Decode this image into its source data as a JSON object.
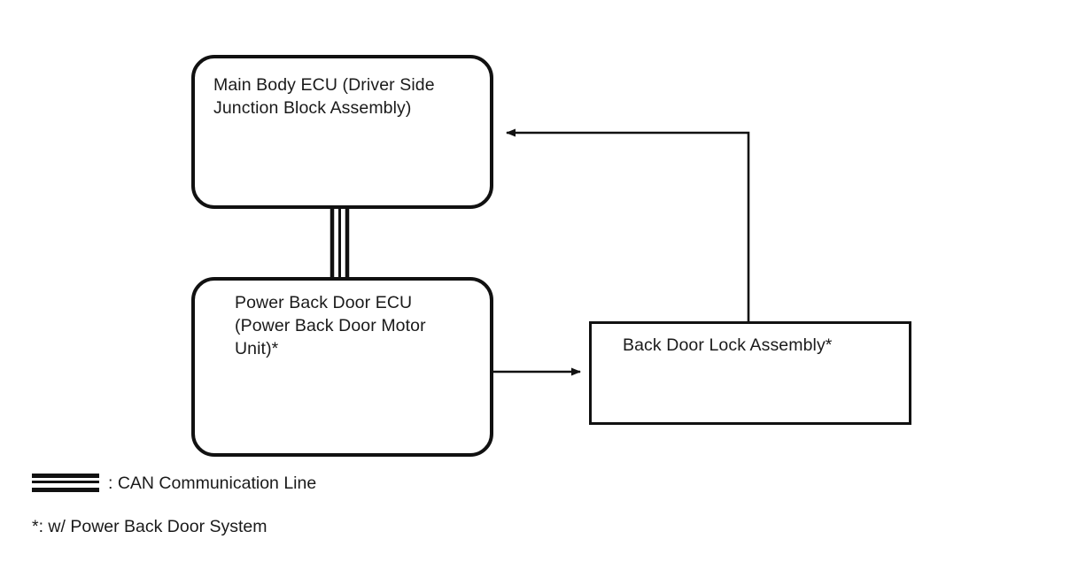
{
  "diagram": {
    "type": "system-block-diagram",
    "nodes": [
      {
        "id": "main-body-ecu",
        "label": "Main Body ECU (Driver Side\nJunction Block Assembly)",
        "shape": "rounded-rectangle"
      },
      {
        "id": "power-back-door-ecu",
        "label": "Power Back Door ECU\n(Power Back Door Motor\nUnit)*",
        "shape": "rounded-rectangle"
      },
      {
        "id": "back-door-lock-assembly",
        "label": "Back Door Lock Assembly*",
        "shape": "rectangle"
      }
    ],
    "connections": [
      {
        "id": "can-bus",
        "from": "main-body-ecu",
        "to": "power-back-door-ecu",
        "style": "can-communication-line",
        "arrow": "none"
      },
      {
        "id": "pbd-ecu-to-lock",
        "from": "power-back-door-ecu",
        "to": "back-door-lock-assembly",
        "style": "solid-line",
        "arrow": "to"
      },
      {
        "id": "lock-to-main-body-ecu",
        "from": "back-door-lock-assembly",
        "to": "main-body-ecu",
        "style": "solid-line",
        "arrow": "to"
      }
    ]
  },
  "legend": {
    "can_line_label": ": CAN Communication Line",
    "footnote": "*: w/ Power Back Door System"
  },
  "colors": {
    "stroke": "#111111",
    "text": "#1a1a1a",
    "background": "#ffffff"
  }
}
